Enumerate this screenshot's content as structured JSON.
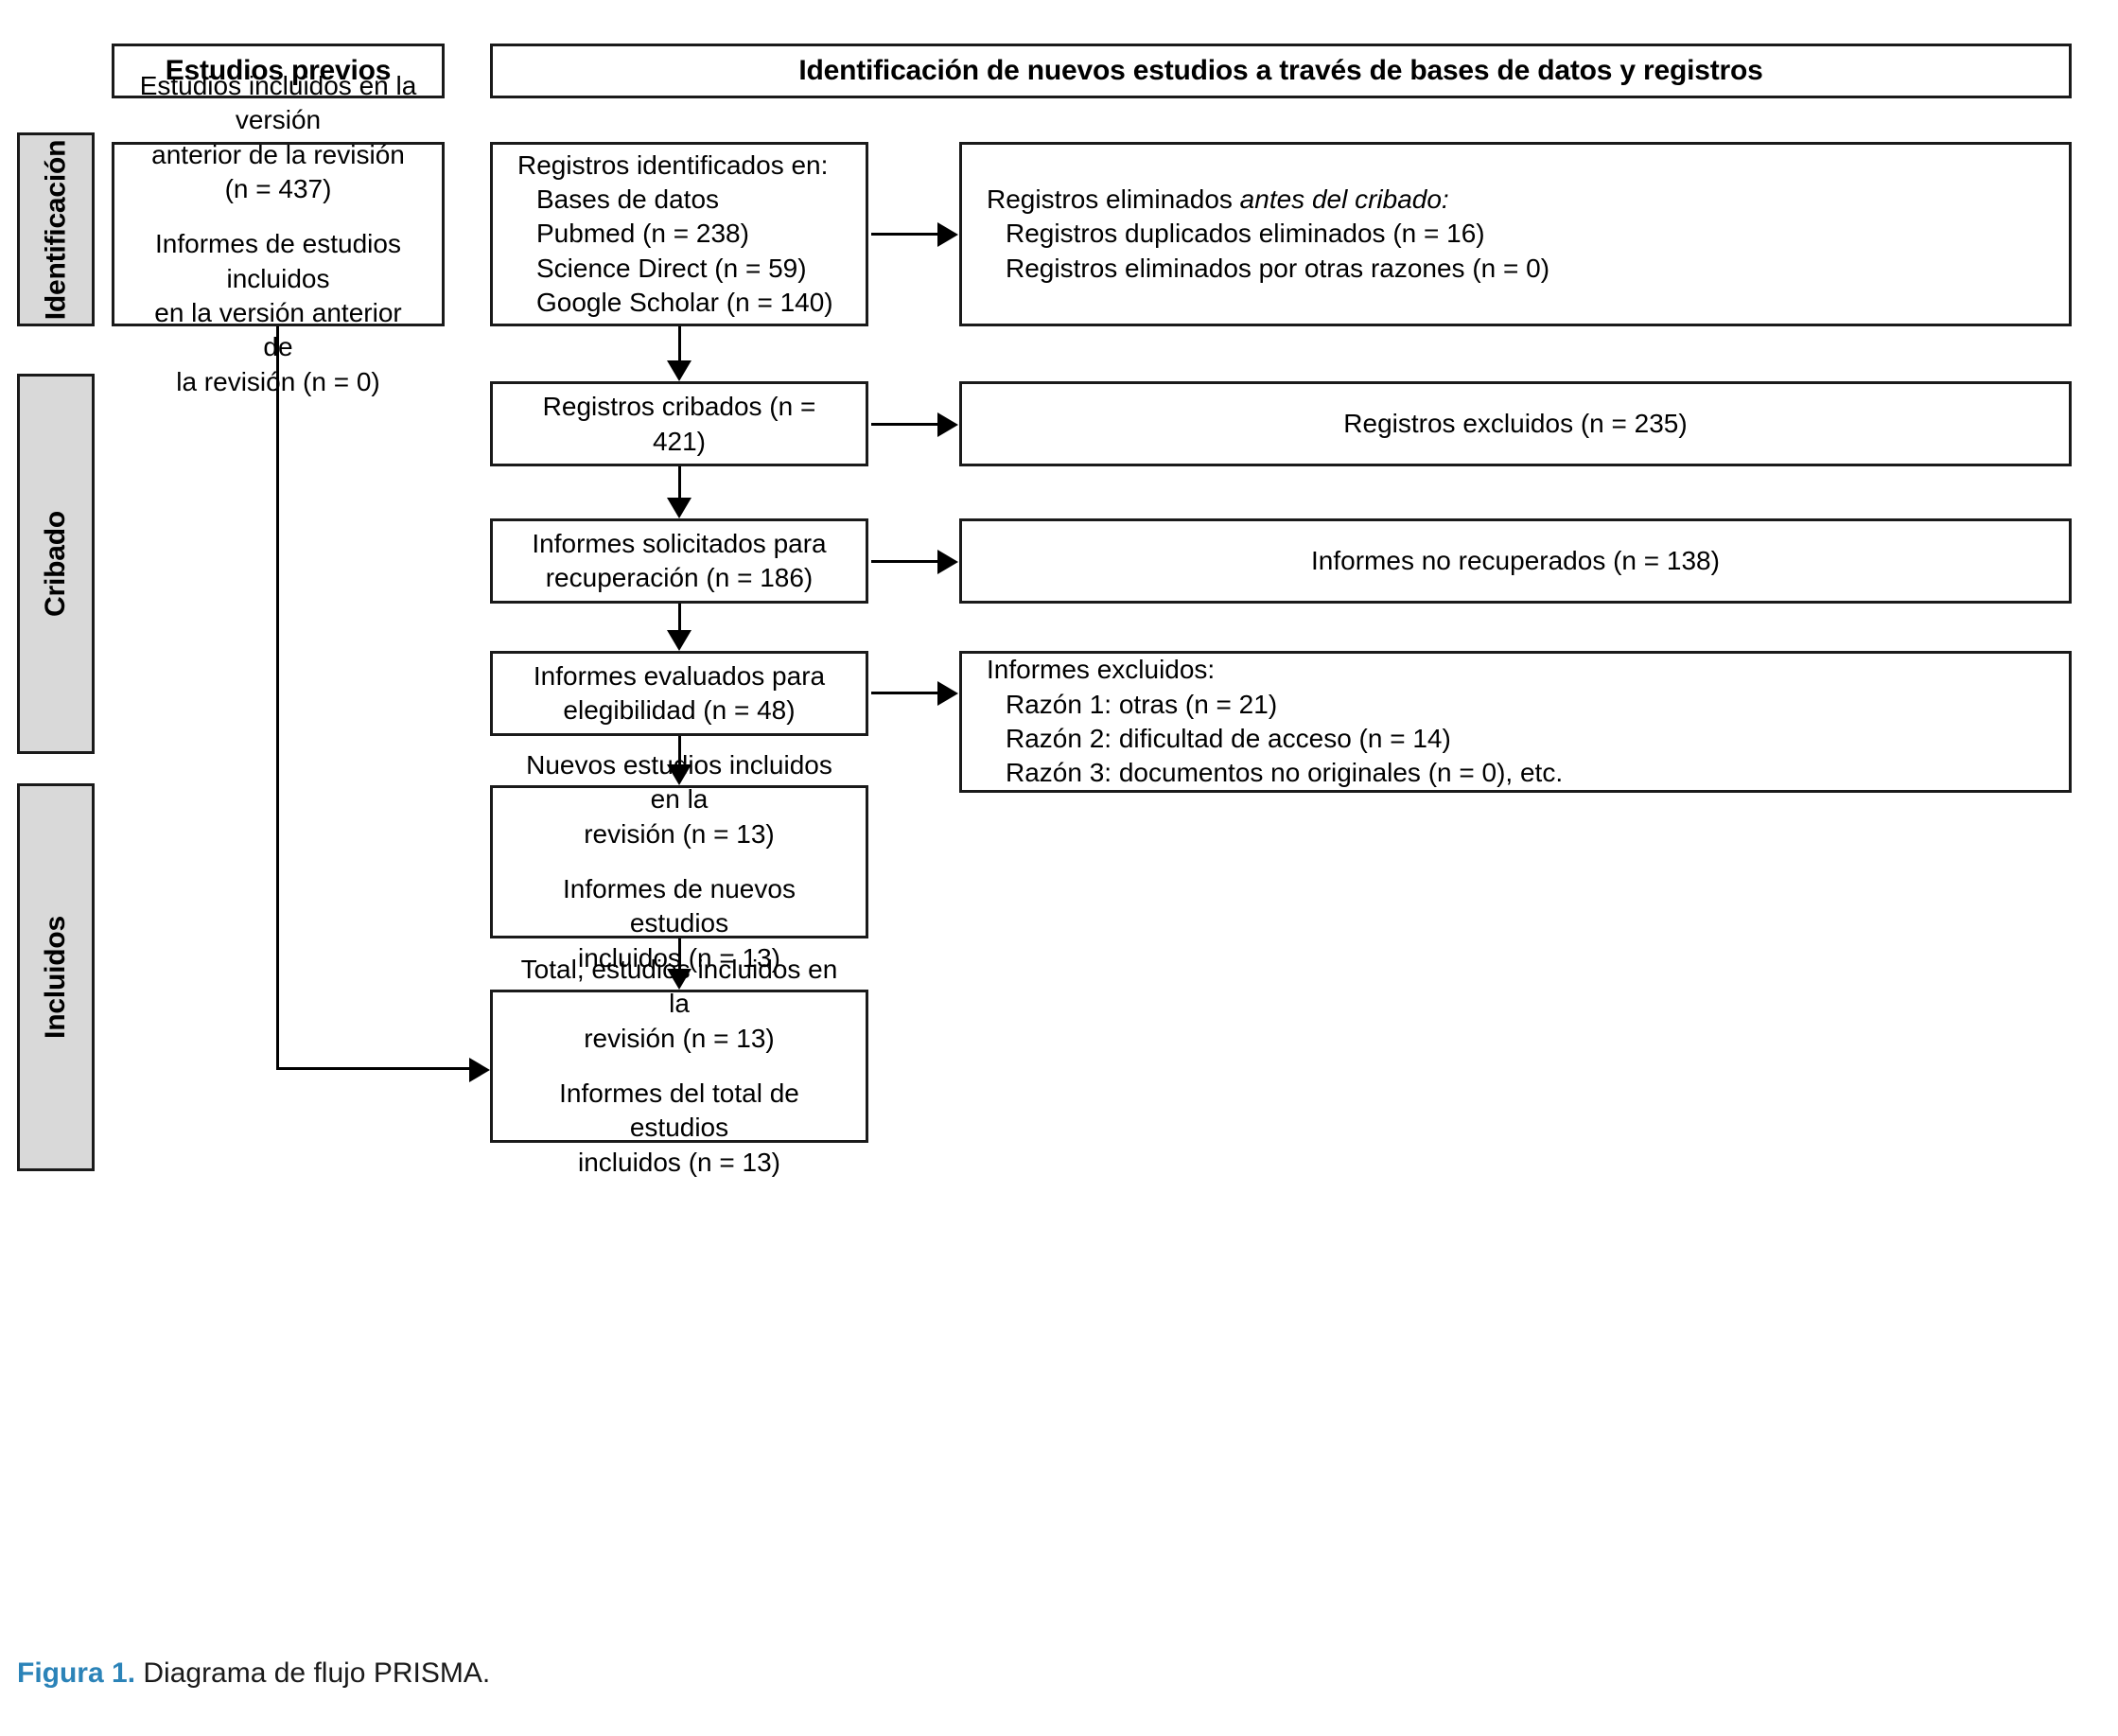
{
  "figure": {
    "caption_label": "Figura 1.",
    "caption_text": " Diagrama de flujo PRISMA.",
    "accent_color": "#2b83b8",
    "phase_fill_color": "#d9d9d9",
    "border_color": "#1a1a1a"
  },
  "headers": {
    "previous_studies": "Estudios previos",
    "new_studies": "Identificación de nuevos estudios a través de bases de datos y registros"
  },
  "phases": [
    {
      "id": "identificacion",
      "label": "Identificación"
    },
    {
      "id": "cribado",
      "label": "Cribado"
    },
    {
      "id": "incluidos",
      "label": "Incluidos"
    }
  ],
  "boxes": {
    "previous_included": {
      "line1": "Estudios incluidos en la versión",
      "line2": "anterior de la revisión (n = 437)",
      "line3": "Informes de estudios incluidos",
      "line4": "en la versión anterior de",
      "line5": "la revisión (n = 0)"
    },
    "records_identified": {
      "title": "Registros identificados en:",
      "sub1": "Bases de datos",
      "sub2": "Pubmed (n = 238)",
      "sub3": "Science Direct (n = 59)",
      "sub4": "Google Scholar (n = 140)"
    },
    "records_removed": {
      "title_plain": "Registros eliminados ",
      "title_italic": "antes del cribado:",
      "sub1": "Registros duplicados eliminados (n = 16)",
      "sub2": "Registros eliminados por otras razones (n = 0)"
    },
    "records_screened": {
      "line1": "Registros cribados (n = 421)"
    },
    "records_excluded": {
      "line1": "Registros excluidos (n = 235)"
    },
    "reports_sought": {
      "line1": "Informes solicitados para",
      "line2": "recuperación (n = 186)"
    },
    "reports_not_retrieved": {
      "line1": "Informes no recuperados (n = 138)"
    },
    "reports_assessed": {
      "line1": "Informes evaluados para",
      "line2": "elegibilidad (n = 48)"
    },
    "reports_excluded": {
      "title": "Informes excluidos:",
      "sub1": "Razón 1: otras (n = 21)",
      "sub2": "Razón 2: dificultad de acceso (n = 14)",
      "sub3": "Razón 3: documentos no originales (n = 0), etc."
    },
    "new_studies_included": {
      "line1": "Nuevos estudios incluidos en la",
      "line2": "revisión (n = 13)",
      "line3": "Informes de nuevos estudios",
      "line4": "incluidos (n = 13)"
    },
    "total_included": {
      "line1": "Total, estudios incluidos en la",
      "line2": "revisión (n = 13)",
      "line3": "Informes del total de estudios",
      "line4": "incluidos (n = 13)"
    }
  },
  "flow_data": {
    "type": "prisma-flow",
    "identified_total": 437,
    "pubmed": 238,
    "science_direct": 59,
    "google_scholar": 140,
    "duplicates_removed": 16,
    "removed_other_reasons": 0,
    "screened": 421,
    "excluded": 235,
    "sought_for_retrieval": 186,
    "not_retrieved": 138,
    "assessed_for_eligibility": 48,
    "excluded_reason_1": 21,
    "excluded_reason_2": 14,
    "excluded_reason_3": 0,
    "new_studies_included": 13,
    "new_reports_included": 13,
    "total_studies_included": 13,
    "total_reports_included": 13,
    "previous_studies_included": 437,
    "previous_reports_included": 0
  }
}
